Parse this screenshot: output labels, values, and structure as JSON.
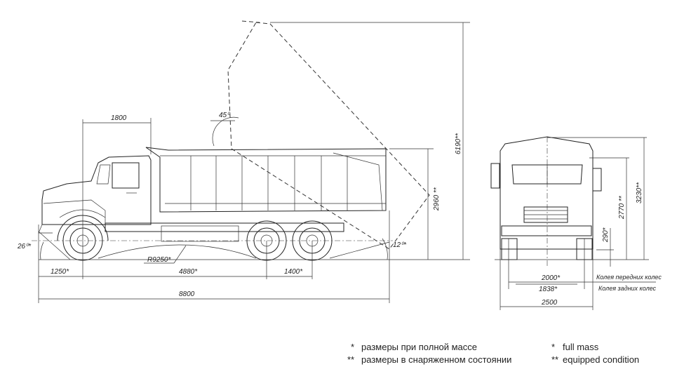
{
  "side_view": {
    "dim_1800": "1800",
    "angle_tip": "45⁰",
    "dim_6190": "6190**",
    "dim_2960": "2960 **",
    "angle_front": "26⁰*",
    "angle_rear": "12⁰*",
    "radius": "R9250*",
    "dim_1250": "1250*",
    "dim_4880": "4880*",
    "dim_1400": "1400*",
    "dim_8800": "8800"
  },
  "front_view": {
    "dim_3230": "3230**",
    "dim_2770": "2770 **",
    "dim_290": "290*",
    "dim_2000": "2000*",
    "dim_1838": "1838*",
    "dim_2500": "2500",
    "label_front_track": "Колея передних колес",
    "label_rear_track": "Колея задних колес"
  },
  "legend": {
    "ru_1_mark": "*",
    "ru_1": "размеры при полной массе",
    "ru_2_mark": "**",
    "ru_2": "размеры в снаряженном состоянии",
    "en_1_mark": "*",
    "en_1": "full mass",
    "en_2_mark": "**",
    "en_2": "equipped condition"
  }
}
